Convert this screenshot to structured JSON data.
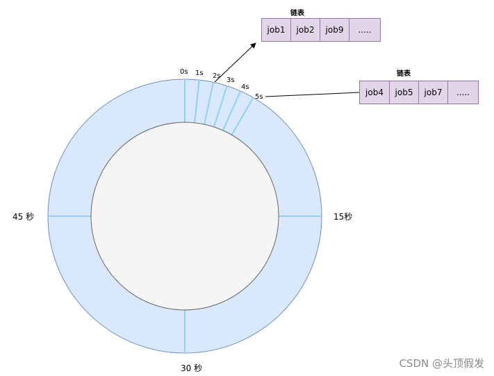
{
  "wheel": {
    "tick_labels": [
      "0s",
      "1s",
      "2s",
      "3s",
      "4s",
      "5s"
    ],
    "quarter_labels": {
      "right": "15秒",
      "bottom": "30 秒",
      "left": "45 秒"
    },
    "colors": {
      "ring_fill": "#dae8fc",
      "ring_stroke": "#6c8ebf",
      "slot_line": "#8fd0f5",
      "inner_fill": "#f5f5f5",
      "inner_stroke": "#666666"
    }
  },
  "linked_lists": [
    {
      "title": "链表",
      "cells": [
        "job1",
        "job2",
        "job9",
        "....."
      ]
    },
    {
      "title": "链表",
      "cells": [
        "job4",
        "job5",
        "job7",
        "....."
      ]
    }
  ],
  "list_colors": {
    "fill": "#e1d5e7",
    "stroke": "#9673a6"
  },
  "watermark": "CSDN @头顶假发"
}
